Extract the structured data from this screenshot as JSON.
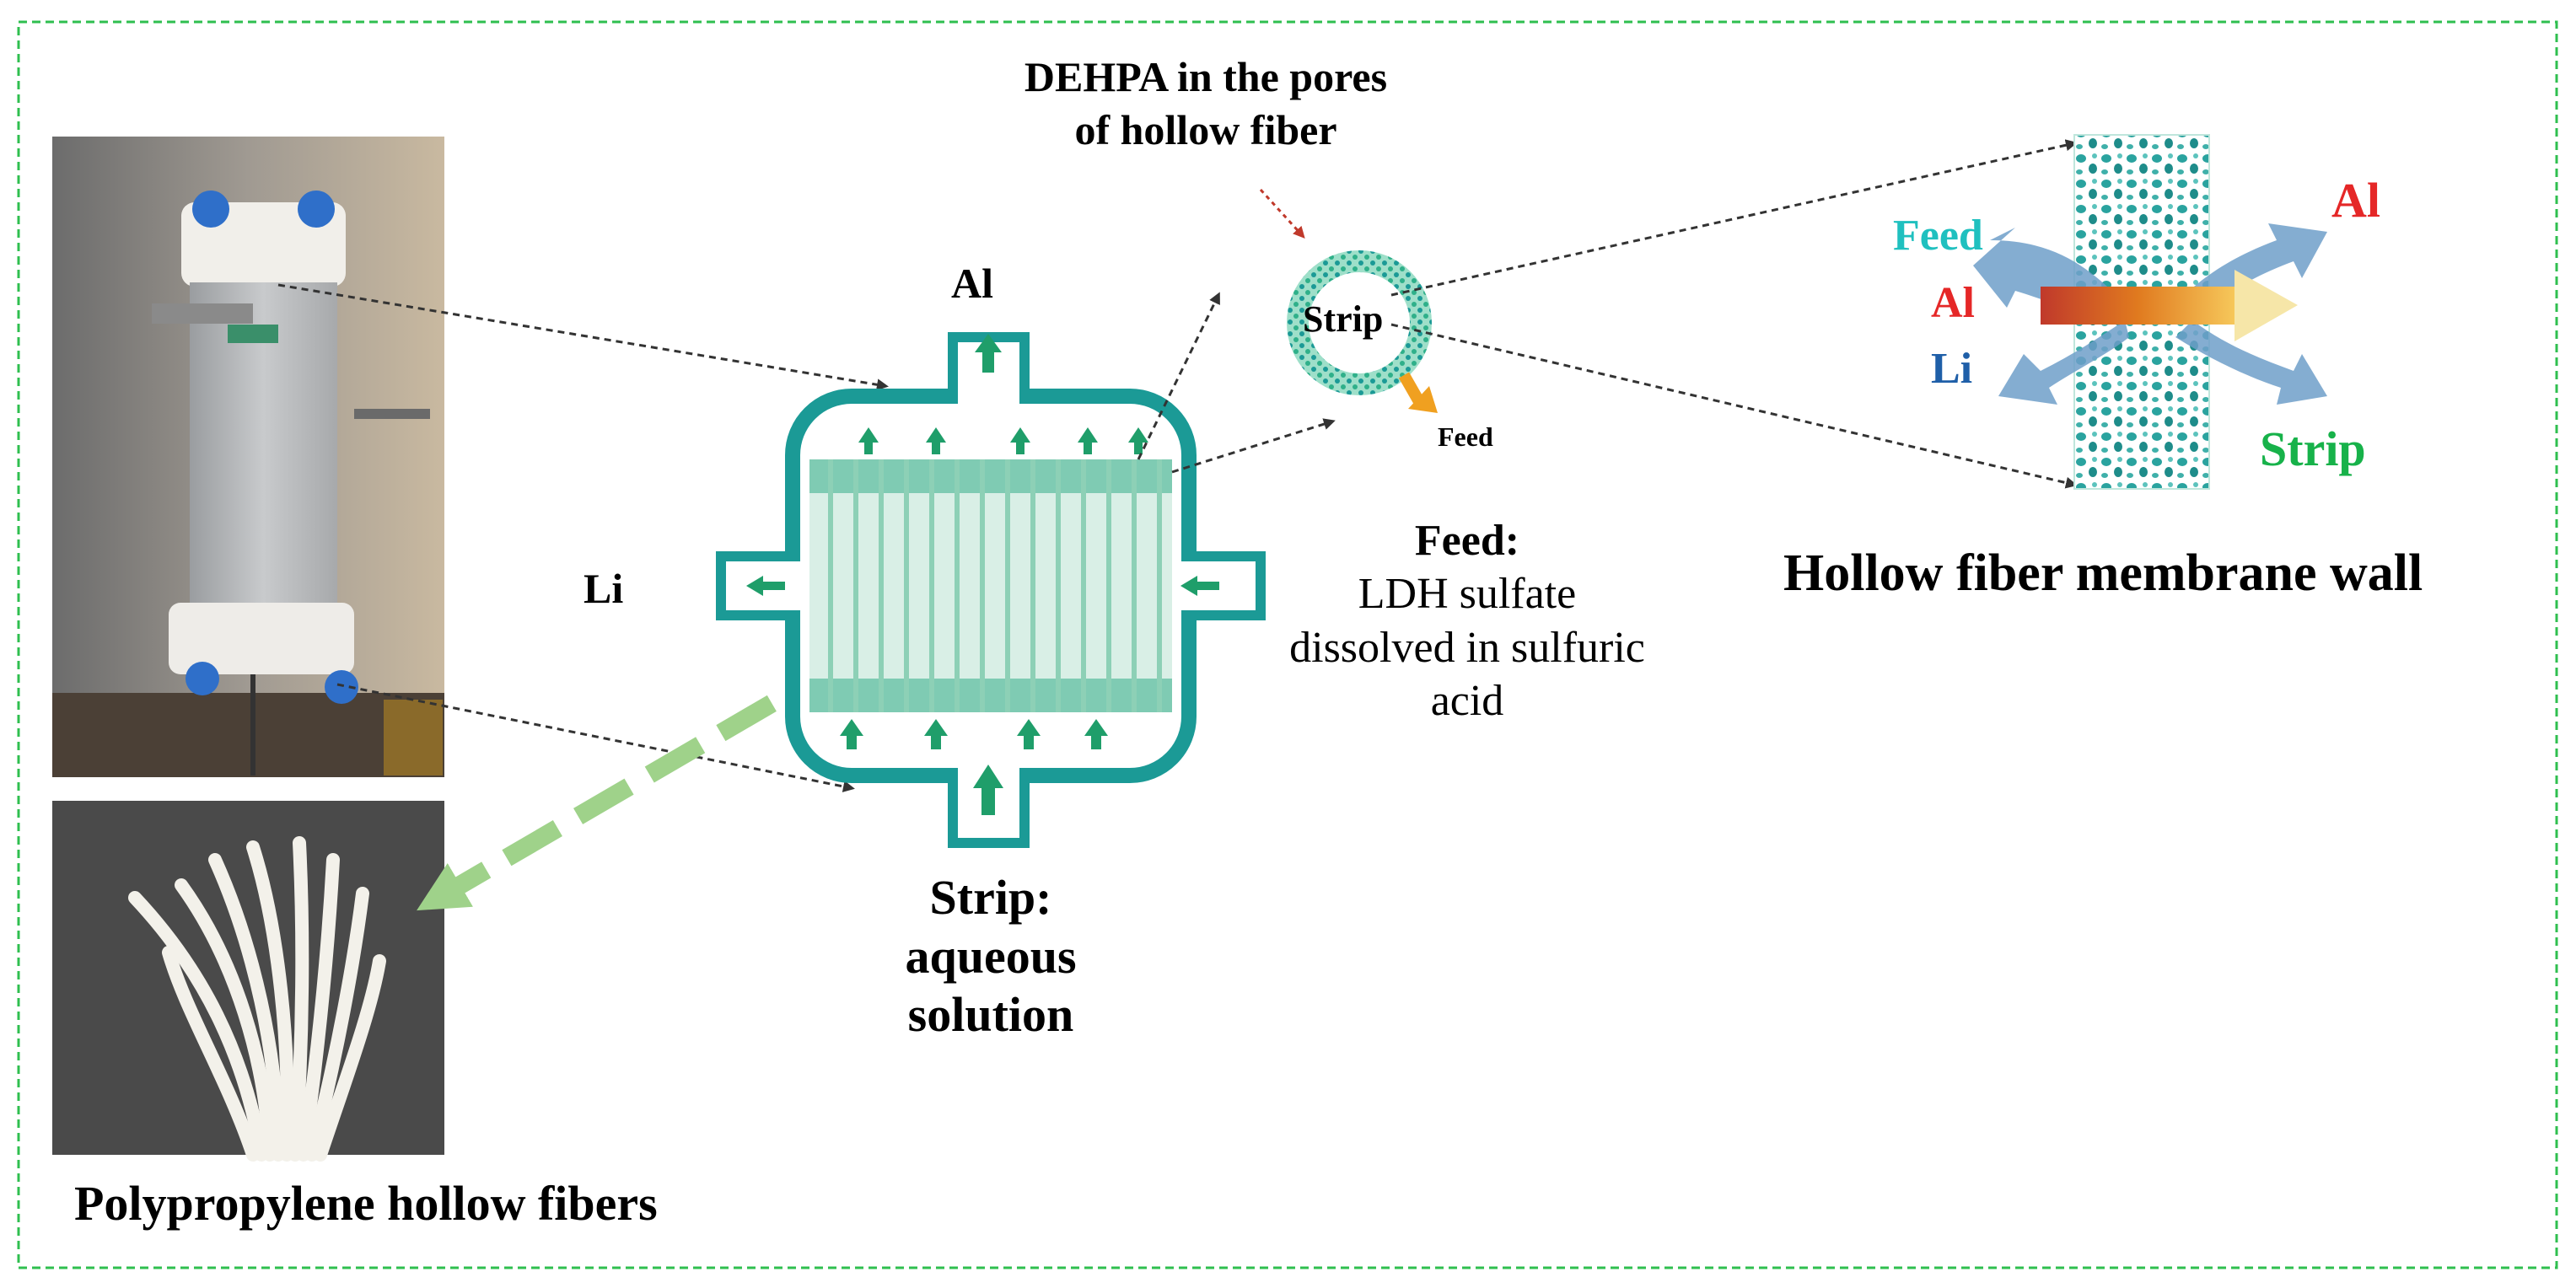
{
  "labels": {
    "photo_caption": "Polypropylene hollow fibers",
    "al_top": "Al",
    "li_left": "Li",
    "strip_caption_1": "Strip:",
    "strip_caption_2": "aqueous",
    "strip_caption_3": "solution",
    "dehpa_1": "DEHPA in the pores",
    "dehpa_2": "of hollow fiber",
    "strip_circle": "Strip",
    "feed_small": "Feed",
    "feed_caption_1": "Feed:",
    "feed_caption_2": "LDH sulfate",
    "feed_caption_3": "dissolved in sulfuric",
    "feed_caption_4": "acid",
    "wall_feed": "Feed",
    "wall_al_left": "Al",
    "wall_li": "Li",
    "wall_al_right": "Al",
    "wall_strip": "Strip",
    "wall_caption": "Hollow fiber membrane wall"
  },
  "colors": {
    "border": "#2fbf4f",
    "teal": "#1b9a96",
    "teal_light": "#bfe6dc",
    "arrow_green": "#1f9e6a",
    "feed_cyan": "#1fc0bf",
    "al_red": "#e52727",
    "li_blue": "#1f5fa8",
    "strip_green": "#17b24a",
    "orange": "#f0a020",
    "dashed_green": "#9fd28a"
  }
}
